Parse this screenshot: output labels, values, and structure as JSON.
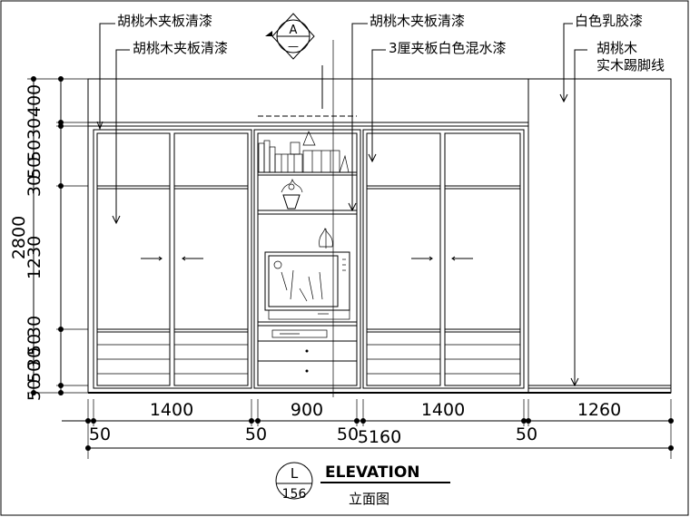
{
  "callouts": {
    "walnut_clear_lacquer_1": "胡桃木夹板清漆",
    "walnut_clear_lacquer_2": "胡桃木夹板清漆",
    "walnut_clear_lacquer_3": "胡桃木夹板清漆",
    "plywood_white_paint": "3厘夹板白色混水漆",
    "white_latex_paint": "白色乳胶漆",
    "walnut_label": "胡桃木",
    "solid_wood_skirting": "实木踢脚线"
  },
  "section_mark": {
    "letter": "A",
    "sign": "—"
  },
  "vertical_dims": {
    "total": "2800",
    "d400": "400",
    "d30": "30",
    "d50_top": "50",
    "d550": "550",
    "d305": "30",
    "d50_mid": "50",
    "d1230": "1230",
    "d30b": "30",
    "d50_low": "50",
    "d530": "530",
    "d30c": "30",
    "d50_bot": "50",
    "d50_base": "50"
  },
  "horizontal_dims": {
    "w1400_left": "1400",
    "w900": "900",
    "w1400_right": "1400",
    "w1260": "1260",
    "g50_a": "50",
    "g50_b": "50",
    "g50_c": "50",
    "g50_d": "50",
    "total": "5160"
  },
  "title_block": {
    "circle_top": "L",
    "circle_bottom": "156",
    "title": "ELEVATION",
    "subtitle": "立面图"
  }
}
